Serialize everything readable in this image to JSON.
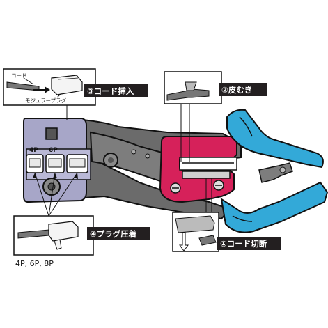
{
  "colors": {
    "background": "#ffffff",
    "body_dark": "#6b6b6b",
    "body_mid": "#8a8a8a",
    "die_block": "#a7a6c8",
    "red_jaw": "#d6215a",
    "handle_blue": "#33a9d8",
    "badge_fill": "#231f20",
    "badge_text": "#ffffff",
    "callout_line": "#111111"
  },
  "labels": {
    "cord_small": "コード",
    "modular_plug_small": "モジュラープラグ",
    "insert_cord": "③コード挿入",
    "strip": "②皮むき",
    "crimp_plug": "④プラグ圧着",
    "cut_cord": "①コード切断",
    "port_4p": "4P",
    "port_6p": "6P",
    "plug_sizes": "4P, 6P, 8P"
  },
  "icons": {
    "tool": "modular-crimp-tool-illustration",
    "screws": "hex-screw-icon",
    "arrows": "direction-arrow-icon"
  }
}
